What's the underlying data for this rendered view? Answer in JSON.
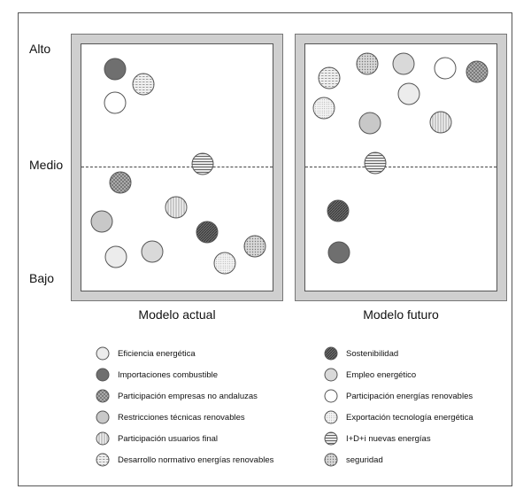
{
  "y_levels": {
    "high": "Alto",
    "mid": "Medio",
    "low": "Bajo"
  },
  "panels": [
    {
      "title": "Modelo actual"
    },
    {
      "title": "Modelo futuro"
    }
  ],
  "legend": [
    {
      "label": "Eficiencia energética",
      "pattern": "plain-light"
    },
    {
      "label": "Importaciones combustible",
      "pattern": "dark-grey"
    },
    {
      "label": "Participación empresas no andaluzas",
      "pattern": "crosshatch"
    },
    {
      "label": "Restricciones técnicas renovables",
      "pattern": "mid-grey"
    },
    {
      "label": "Participación usuarios final",
      "pattern": "vertical-lines"
    },
    {
      "label": "Desarrollo normativo energías renovables",
      "pattern": "horizontal-dashes"
    },
    {
      "label": "Sostenibilidad",
      "pattern": "dark-dots"
    },
    {
      "label": "Empleo energético",
      "pattern": "light-grey"
    },
    {
      "label": "Participación energías renovables",
      "pattern": "white"
    },
    {
      "label": "Exportación tecnología energética",
      "pattern": "fine-dots"
    },
    {
      "label": "I+D+i nuevas energías",
      "pattern": "horizontal-lines"
    },
    {
      "label": "seguridad",
      "pattern": "grid-dots"
    }
  ],
  "colors": {
    "panel_bg": "#cfcfcf",
    "border": "#555555",
    "bubble_stroke": "#555555"
  }
}
